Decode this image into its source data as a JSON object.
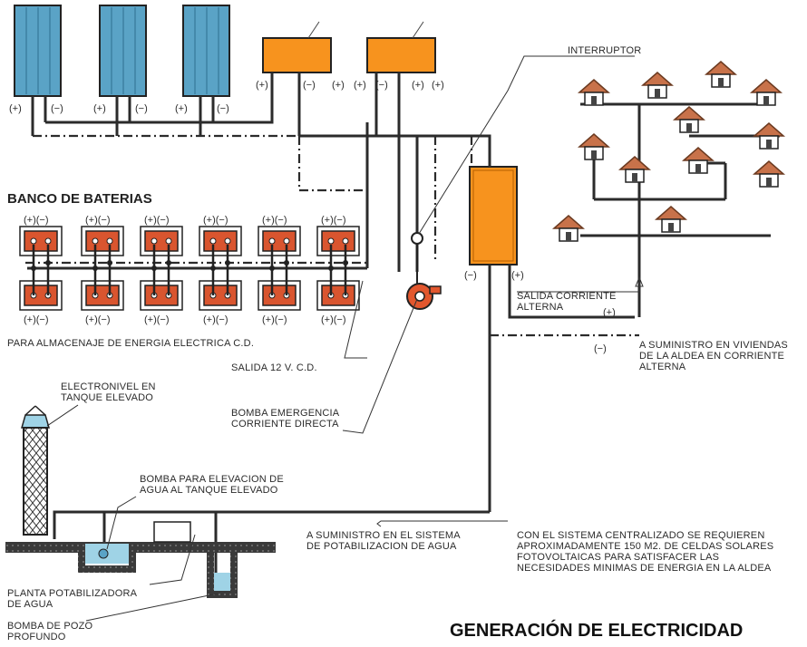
{
  "colors": {
    "solar_panel": "#5aa3c6",
    "inverter": "#f7931e",
    "battery": "#d9552f",
    "wire": "#2b2b2b",
    "ground": "#3a3a3a",
    "water": "#9fd3e6",
    "hut_roof": "#c8724a"
  },
  "labels": {
    "interruptor": "INTERRUPTOR",
    "banco_baterias": "BANCO DE BATERIAS",
    "almacenaje": "PARA ALMACENAJE DE ENERGIA ELECTRICA C.D.",
    "salida_12v": "SALIDA 12 V. C.D.",
    "bomba_emergencia": [
      "BOMBA EMERGENCIA",
      "CORRIENTE DIRECTA"
    ],
    "salida_alterna": [
      "SALIDA CORRIENTE",
      "ALTERNA"
    ],
    "suministro_viviendas": [
      "A SUMINISTRO EN VIVIENDAS",
      "DE LA ALDEA EN CORRIENTE",
      "ALTERNA"
    ],
    "electronivel": [
      "ELECTRONIVEL EN",
      "TANQUE ELEVADO"
    ],
    "bomba_elevacion": [
      "BOMBA PARA ELEVACION DE",
      "AGUA AL TANQUE ELEVADO"
    ],
    "suministro_potabilizacion": [
      "A SUMINISTRO EN EL SISTEMA",
      "DE POTABILIZACION DE AGUA"
    ],
    "nota_sistema": [
      "CON EL SISTEMA CENTRALIZADO SE REQUIEREN",
      "APROXIMADAMENTE 150 M2. DE CELDAS SOLARES",
      "FOTOVOLTAICAS PARA SATISFACER LAS",
      "NECESIDADES MINIMAS DE ENERGIA EN LA ALDEA"
    ],
    "planta": [
      "PLANTA POTABILIZADORA",
      "DE AGUA"
    ],
    "bomba_pozo": [
      "BOMBA DE POZO",
      "PROFUNDO"
    ],
    "title": "GENERACIÓN DE ELECTRICIDAD"
  },
  "polarity": {
    "plus": "(+)",
    "minus": "(−)",
    "pair": "(+)(−)"
  },
  "battery_count_per_row": 6,
  "solar_panel_count": 3,
  "hut_count": 12
}
